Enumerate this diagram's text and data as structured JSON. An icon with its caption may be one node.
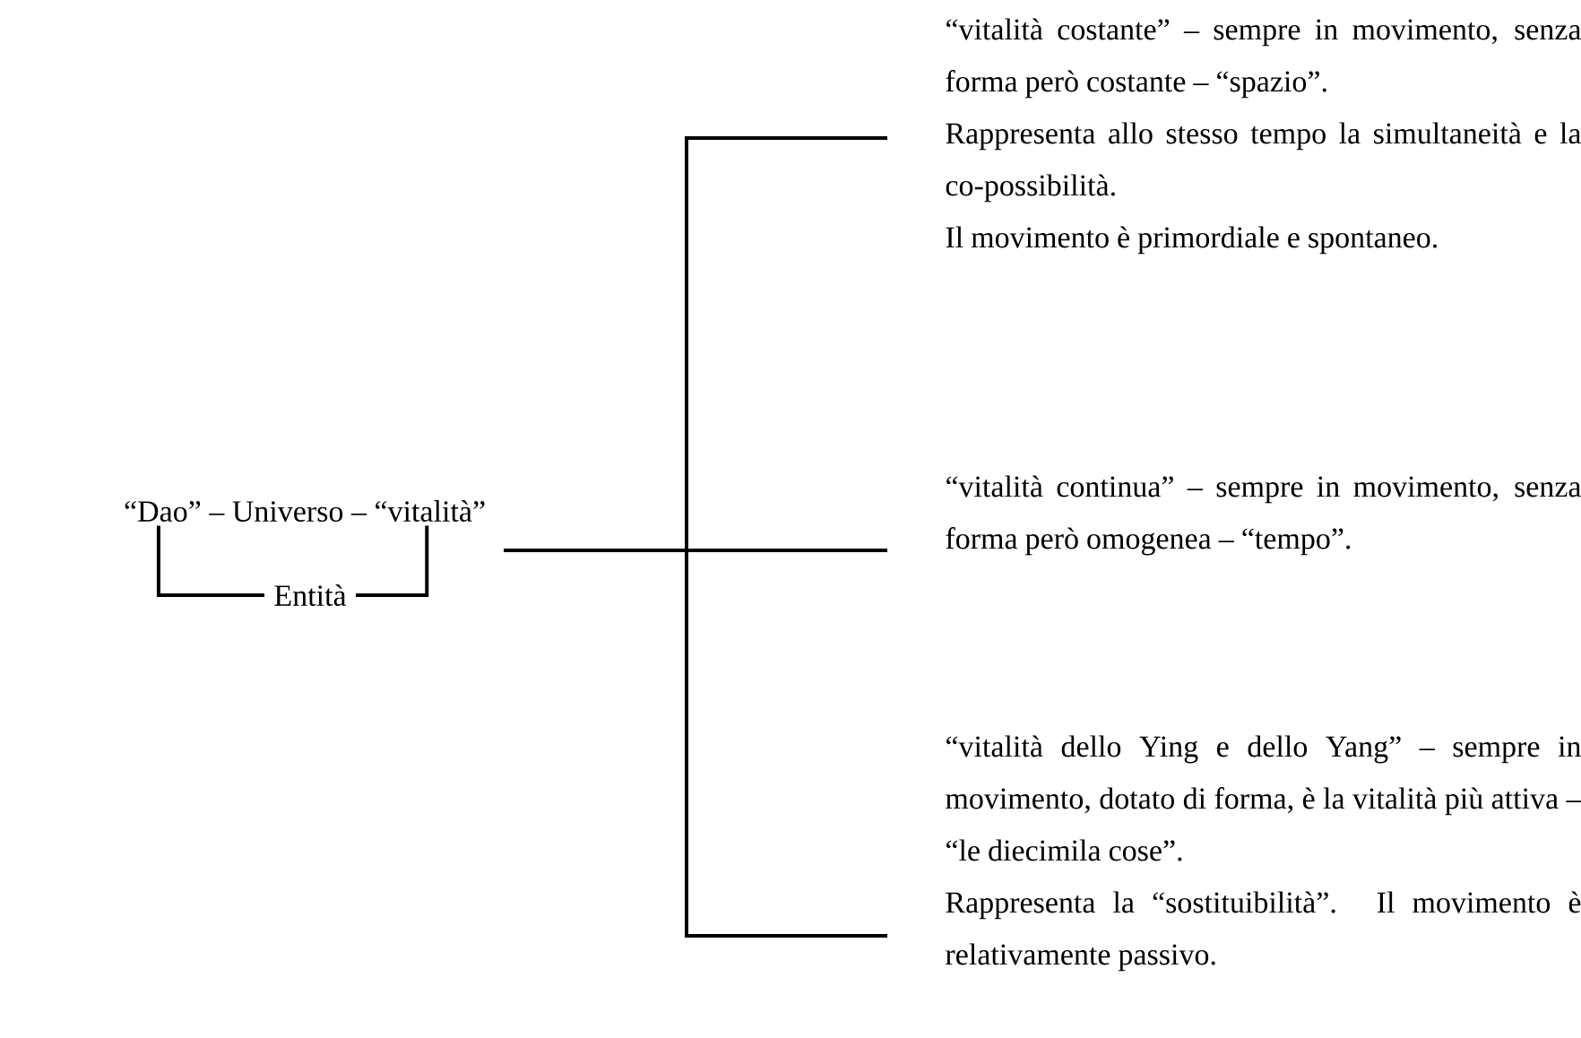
{
  "diagram": {
    "nodes": [
      {
        "text": [
          "“Dao” – Universo – “vitalità”"
        ]
      },
      {
        "text": [
          "Entità"
        ]
      },
      {
        "text": [
          "“vitalità costante” – sempre in movimento, senza forma però costante – “spazio”.",
          "Rappresenta allo stesso tempo la simultaneità e la co-possibilità.",
          "Il movimento è primordiale e spontaneo."
        ]
      },
      {
        "text": [
          "“vitalità continua” – sempre in movimento, senza forma però omogenea – “tempo”."
        ]
      },
      {
        "text": [
          "“vitalità dello Ying e dello Yang” – sempre in movimento, dotato di forma, è la vitalità più attiva – “le diecimila cose”.",
          "Rappresenta la “sostituibilità”. Il movimento è relativamente passivo."
        ]
      }
    ],
    "edges": [
      {
        "from": 0,
        "to": 1,
        "arrow": "none"
      },
      {
        "from": 0,
        "to": 1,
        "arrow": "none"
      },
      {
        "from": 0,
        "to": 2,
        "arrow": "none"
      },
      {
        "from": 0,
        "to": 3,
        "arrow": "none"
      },
      {
        "from": 0,
        "to": 4,
        "arrow": "none"
      }
    ]
  }
}
